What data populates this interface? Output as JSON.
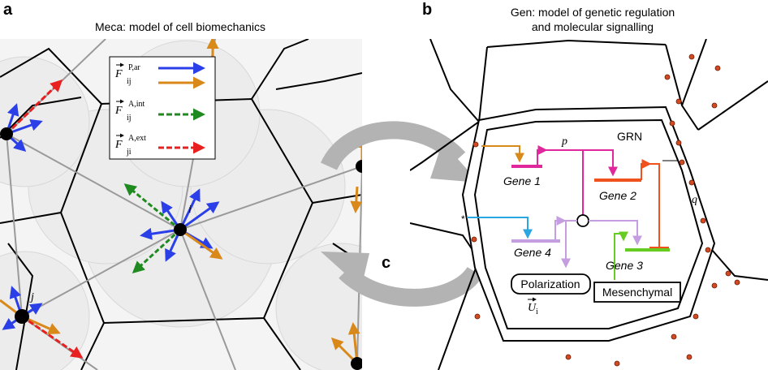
{
  "panel_a": {
    "letter": "a",
    "title": "Meca: model of cell biomechanics",
    "legend": [
      {
        "base": "F",
        "sub": "ij",
        "sup": "P,ar"
      },
      {
        "base": "F",
        "sub": "ij",
        "sup": "A,int"
      },
      {
        "base": "F",
        "sub": "ji",
        "sup": "A,ext"
      }
    ],
    "node_i": "i",
    "node_j": "j"
  },
  "panel_b": {
    "letter": "b",
    "title_line1": "Gen: model of genetic regulation",
    "title_line2": "and molecular signalling",
    "grn": "GRN",
    "p": "p",
    "q": "q",
    "genes": [
      "Gene 1",
      "Gene 2",
      "Gene 3",
      "Gene 4"
    ],
    "polarization": "Polarization",
    "mesenchymal": "Mesenchymal",
    "u_label": {
      "base": "U",
      "sub": "i"
    }
  },
  "panel_c": {
    "letter": "c"
  },
  "colors": {
    "blue": "#2a3fe8",
    "orange": "#d9891a",
    "green": "#1f8a1f",
    "red": "#e82020",
    "magenta": "#e0289c",
    "gene2": "#f0521e",
    "gene3": "#66cc22",
    "gene4": "#c49ee0",
    "cyan": "#2aa6e0",
    "dot": "#d24a22",
    "gray_arrow": "#b3b3b3"
  }
}
